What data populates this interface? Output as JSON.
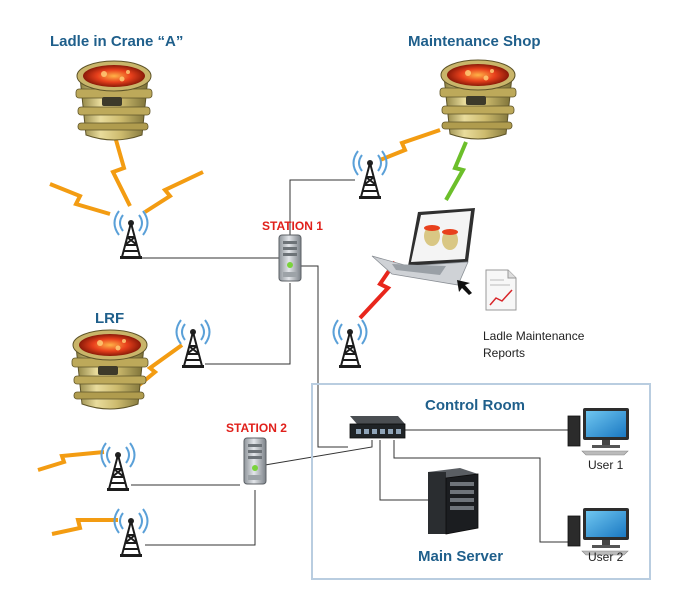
{
  "labels": {
    "ladle_crane": "Ladle in Crane “A”",
    "maintenance_shop": "Maintenance Shop",
    "lrf": "LRF",
    "station1": "STATION 1",
    "station2": "STATION 2",
    "control_room": "Control Room",
    "main_server": "Main Server",
    "user1": "User 1",
    "user2": "User 2",
    "report_line1": "Ladle Maintenance",
    "report_line2": "Reports"
  },
  "colors": {
    "label_blue": "#1f5f8b",
    "station_red": "#e0201b",
    "signal_orange": "#f39c12",
    "signal_green": "#6cbf2a",
    "signal_red": "#e8261c",
    "ladle_body": "#d9c784",
    "molten": "#e8401c",
    "box_border": "#b9cde0"
  },
  "icons": [
    "ladle",
    "antenna-tower",
    "station-server",
    "network-switch",
    "laptop",
    "desktop-computer",
    "main-server-rack",
    "report-document",
    "cursor-arrow"
  ]
}
